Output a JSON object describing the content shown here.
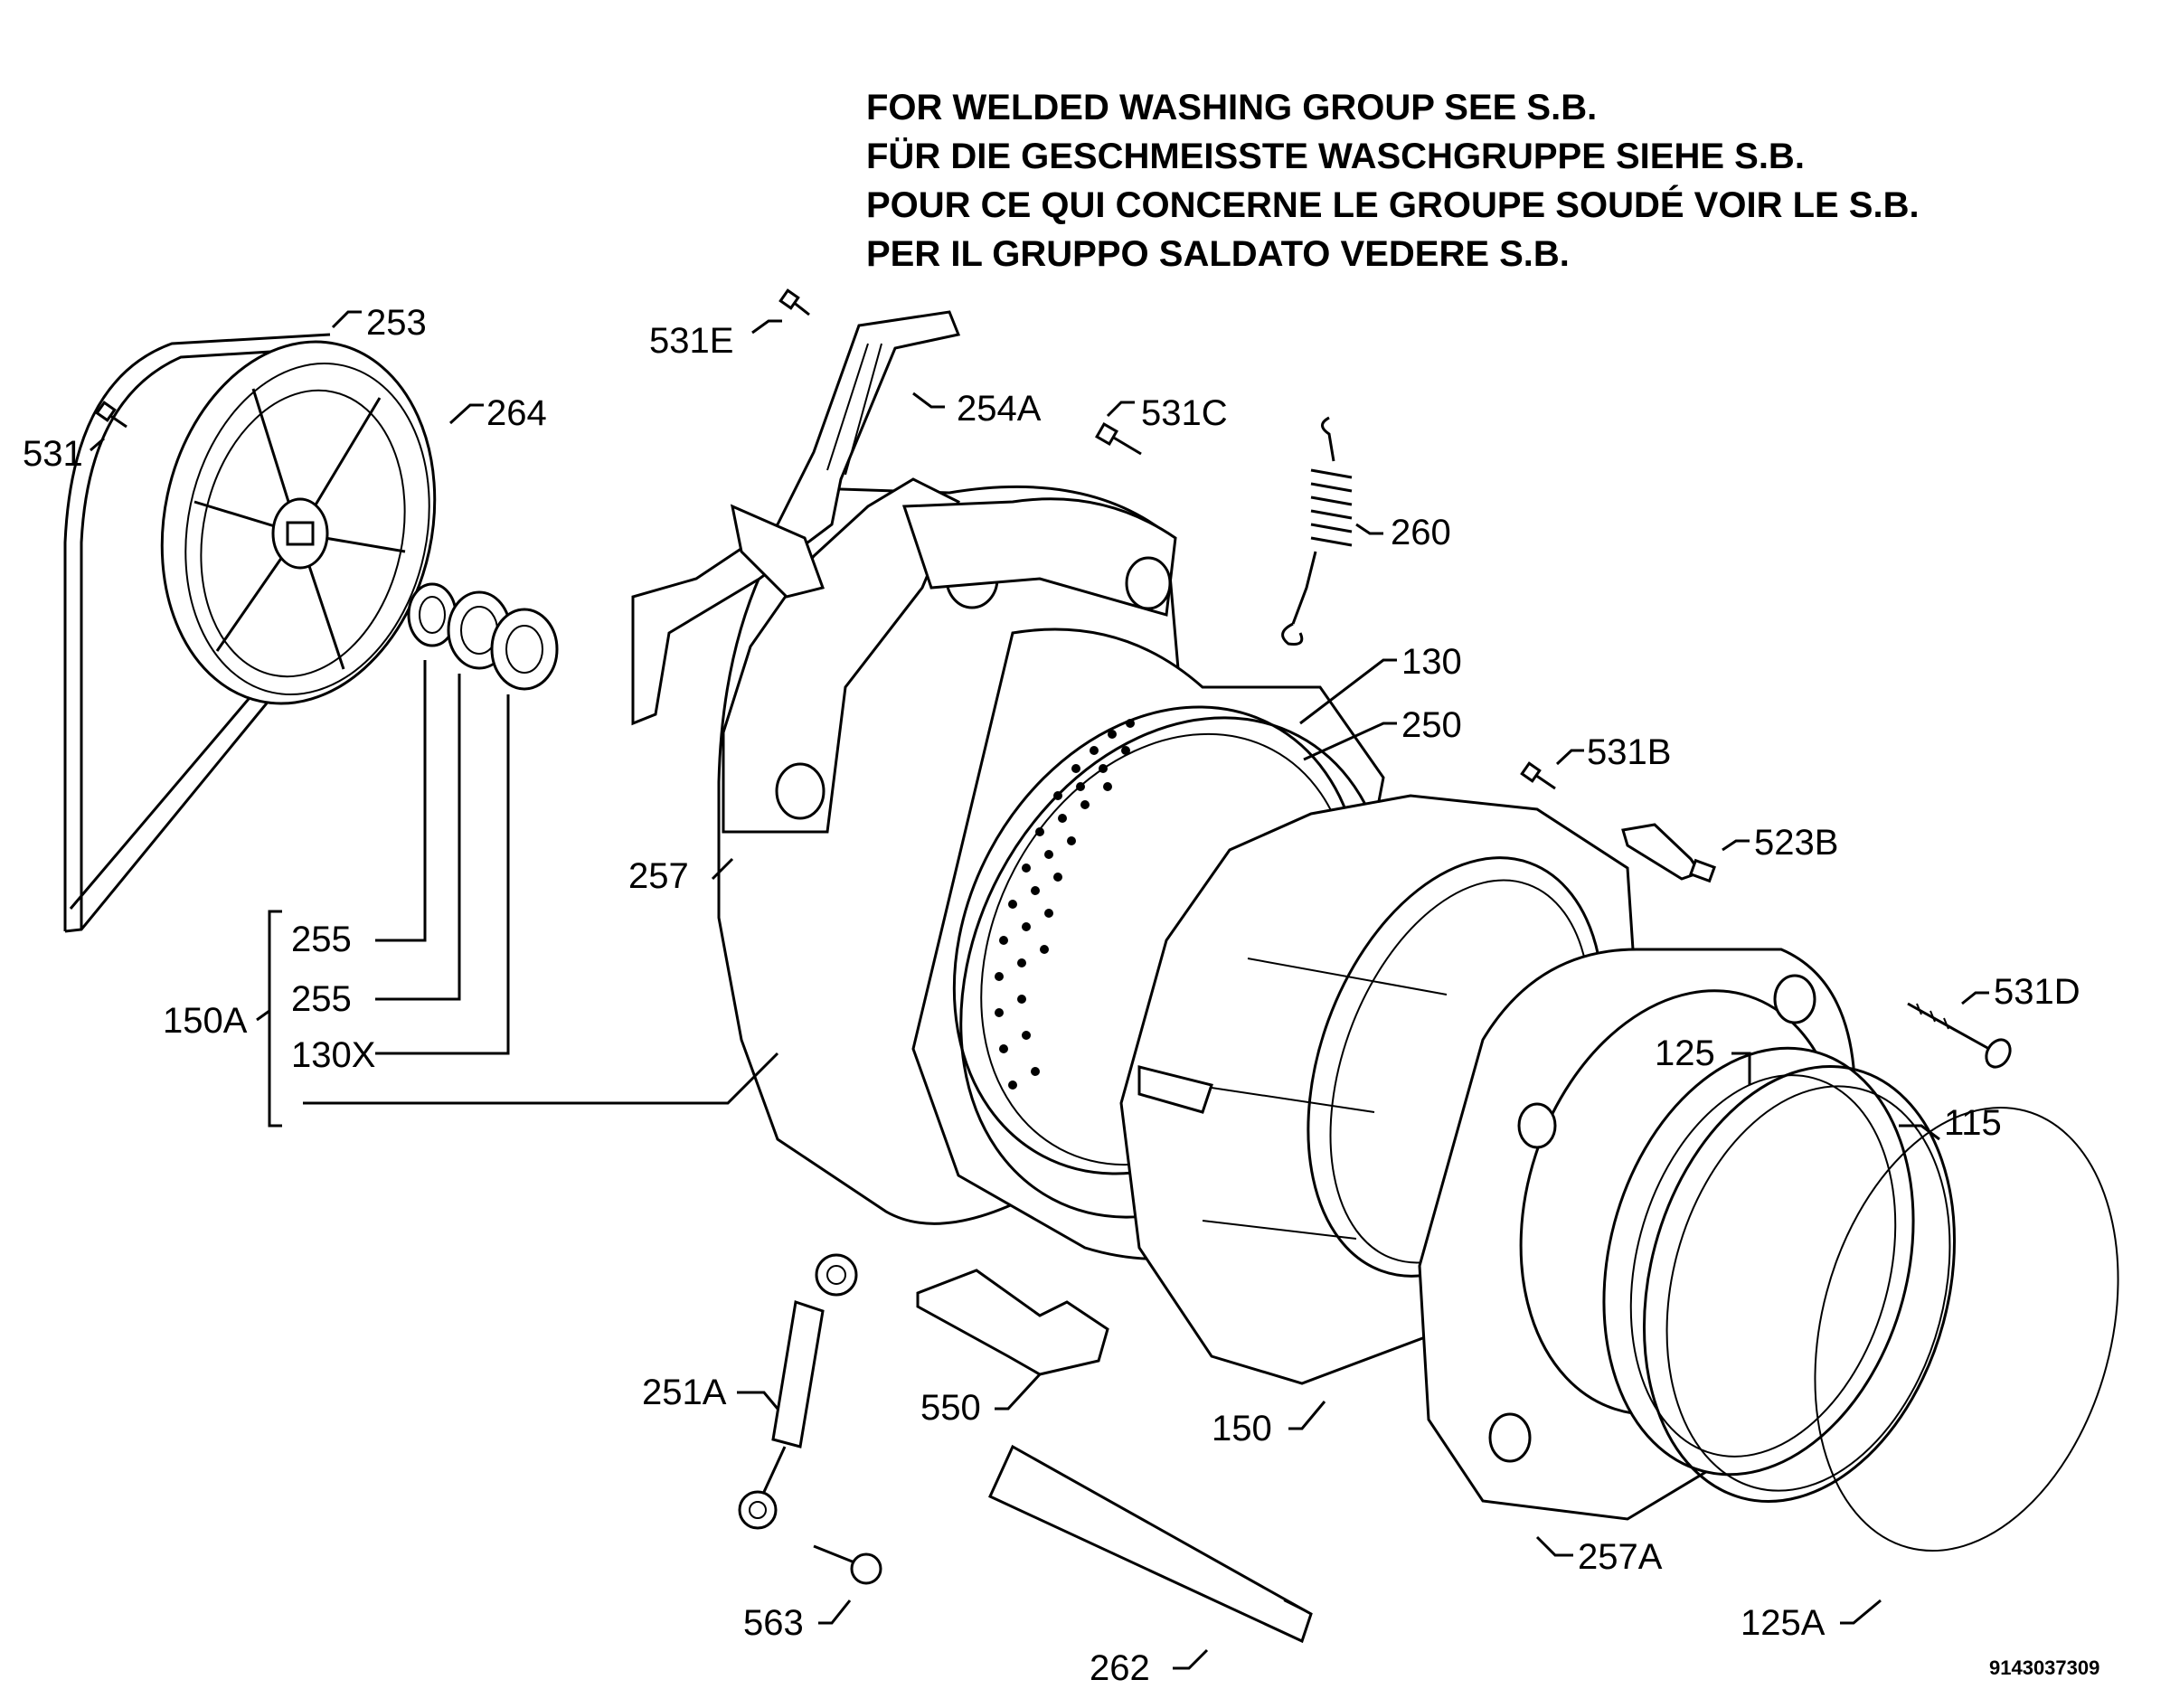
{
  "note": [
    "FOR WELDED WASHING GROUP SEE S.B.",
    "FÜR DIE GESCHMEISSTE WASCHGRUPPE SIEHE S.B.",
    "POUR CE QUI CONCERNE LE GROUPE SOUDÉ VOIR LE S.B.",
    "PER IL GRUPPO SALDATO VEDERE S.B."
  ],
  "labels": {
    "p253": "253",
    "p264": "264",
    "p531": "531",
    "p531E": "531E",
    "p254A": "254A",
    "p531C": "531C",
    "p260": "260",
    "p130": "130",
    "p250": "250",
    "p531B": "531B",
    "p523B": "523B",
    "p257": "257",
    "p255a": "255",
    "p255b": "255",
    "p130X": "130X",
    "p150A": "150A",
    "p531D": "531D",
    "p125": "125",
    "p115": "115",
    "p251A": "251A",
    "p550": "550",
    "p150": "150",
    "p257A": "257A",
    "p125A": "125A",
    "p563": "563",
    "p262": "262"
  },
  "drawing_code": "9143037309"
}
